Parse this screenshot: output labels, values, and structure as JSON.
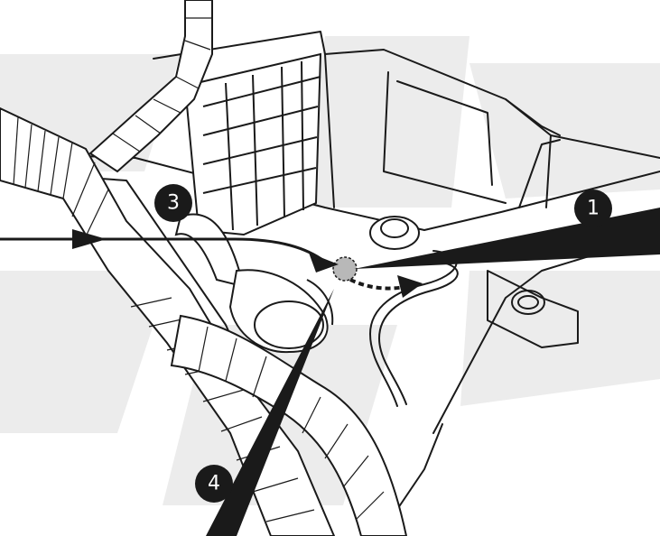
{
  "diagram": {
    "colors": {
      "line": "#1a1a1a",
      "fill": "#ffffff",
      "watermark": "#ececec",
      "marker_fill": "#b8b8b8",
      "callout_bg": "#1a1a1a",
      "callout_text": "#ffffff"
    },
    "callouts": [
      {
        "id": "1",
        "label": "1"
      },
      {
        "id": "3",
        "label": "3"
      },
      {
        "id": "4",
        "label": "4"
      }
    ]
  }
}
